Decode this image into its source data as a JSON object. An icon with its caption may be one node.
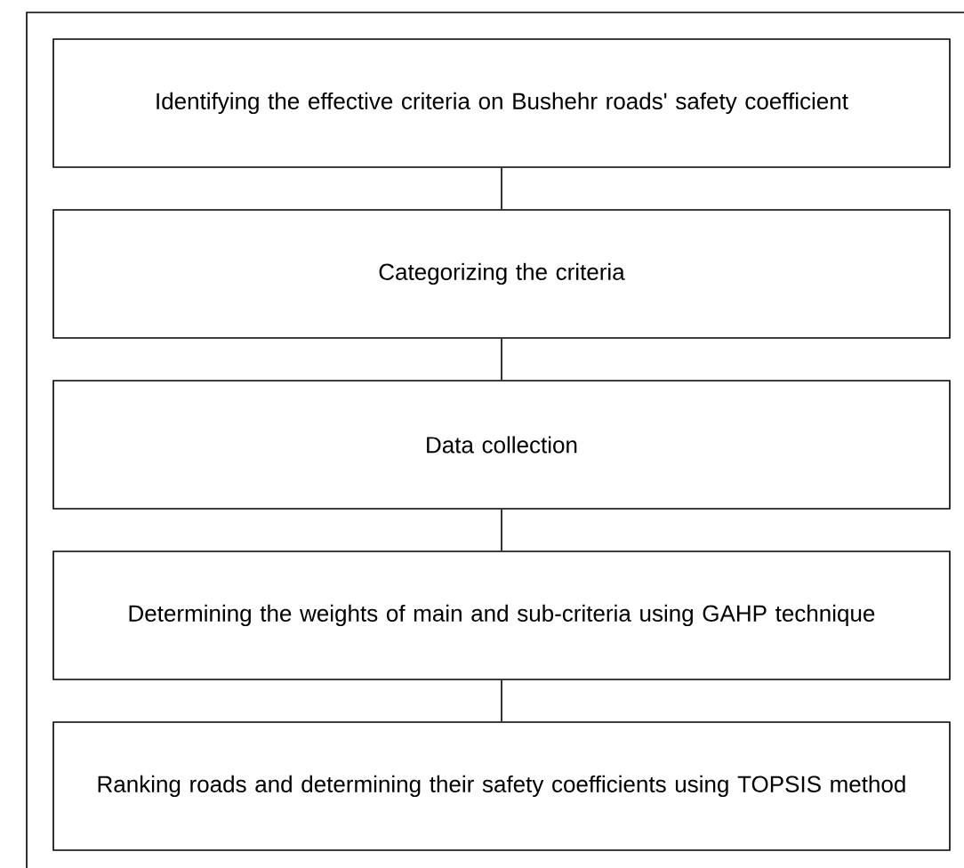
{
  "diagram": {
    "nodes": [
      {
        "text": [
          "Identifying the effective criteria on Bushehr roads' safety coefficient"
        ]
      },
      {
        "text": [
          "Categorizing the criteria"
        ]
      },
      {
        "text": [
          "Data collection"
        ]
      },
      {
        "text": [
          "Determining the weights of main and sub-criteria using GAHP technique"
        ]
      },
      {
        "text": [
          "Ranking roads and determining their safety coefficients using TOPSIS method"
        ]
      }
    ],
    "edges": [
      {
        "from": 0,
        "to": 1,
        "arrow": "none"
      },
      {
        "from": 1,
        "to": 2,
        "arrow": "none"
      },
      {
        "from": 2,
        "to": 3,
        "arrow": "none"
      },
      {
        "from": 3,
        "to": 4,
        "arrow": "none"
      }
    ]
  }
}
